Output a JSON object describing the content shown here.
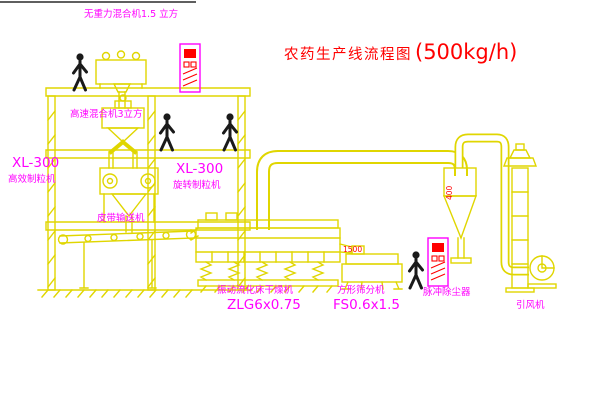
{
  "title": {
    "text": "农药生产线流程图",
    "capacity": "(500kg/h)"
  },
  "labels": {
    "gravity_mixer": "无重力混合机1.5 立方",
    "high_speed_mixer": "高速混合机3立方",
    "granulator_left_model": "XL-300",
    "granulator_left_name": "高效制粒机",
    "granulator_center_model": "XL-300",
    "granulator_center_name": "旋转制粒机",
    "belt_conveyor": "皮带输送机",
    "dryer_name": "振动流化床干燥机",
    "dryer_model": "ZLG6x0.75",
    "sifter_name": "方形筛分机",
    "sifter_model": "FS0.6x1.5",
    "dust_collector": "脉冲除尘器",
    "induced_draft_fan": "引风机"
  },
  "dimensions": {
    "cyclone_duct": "400",
    "sifter_width": "1500"
  },
  "colors": {
    "line_art": "#e0d600",
    "label_magenta": "#ff00ff",
    "title_red": "#ff0000",
    "dim_red": "#ff0000",
    "figure_black": "#1a1a1a",
    "background": "#ffffff"
  }
}
